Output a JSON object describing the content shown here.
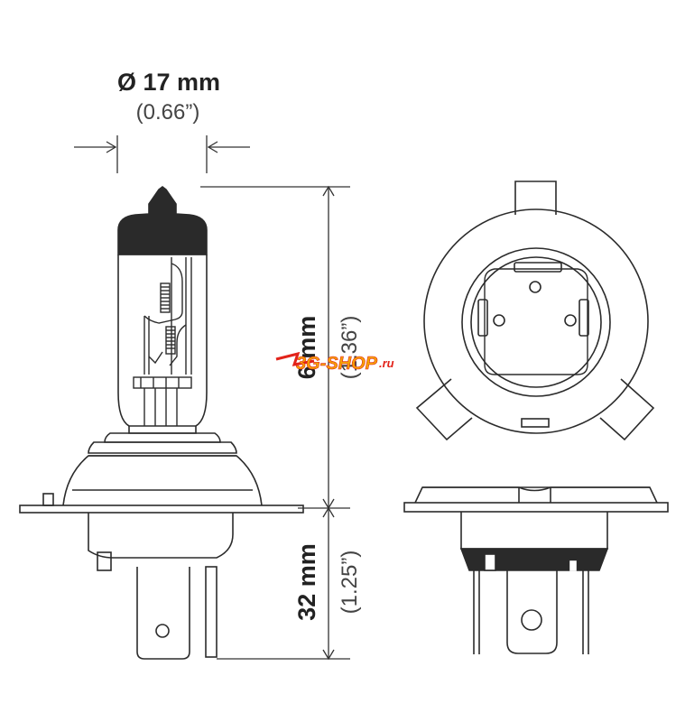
{
  "dimensions": {
    "diameter_label": "Ø 17 mm",
    "diameter_inch": "(0.66”)",
    "height_label": "6 mm",
    "height_inch": "(1.36”)",
    "base_label": "32 mm",
    "base_inch": "(1.25”)"
  },
  "watermark": {
    "text": "3G-SHOP",
    "suffix": ".ru",
    "color": "#f5a300",
    "accent": "#e2231a"
  },
  "colors": {
    "line": "#2b2b2b",
    "bulb_cap": "#2a2a2a"
  }
}
